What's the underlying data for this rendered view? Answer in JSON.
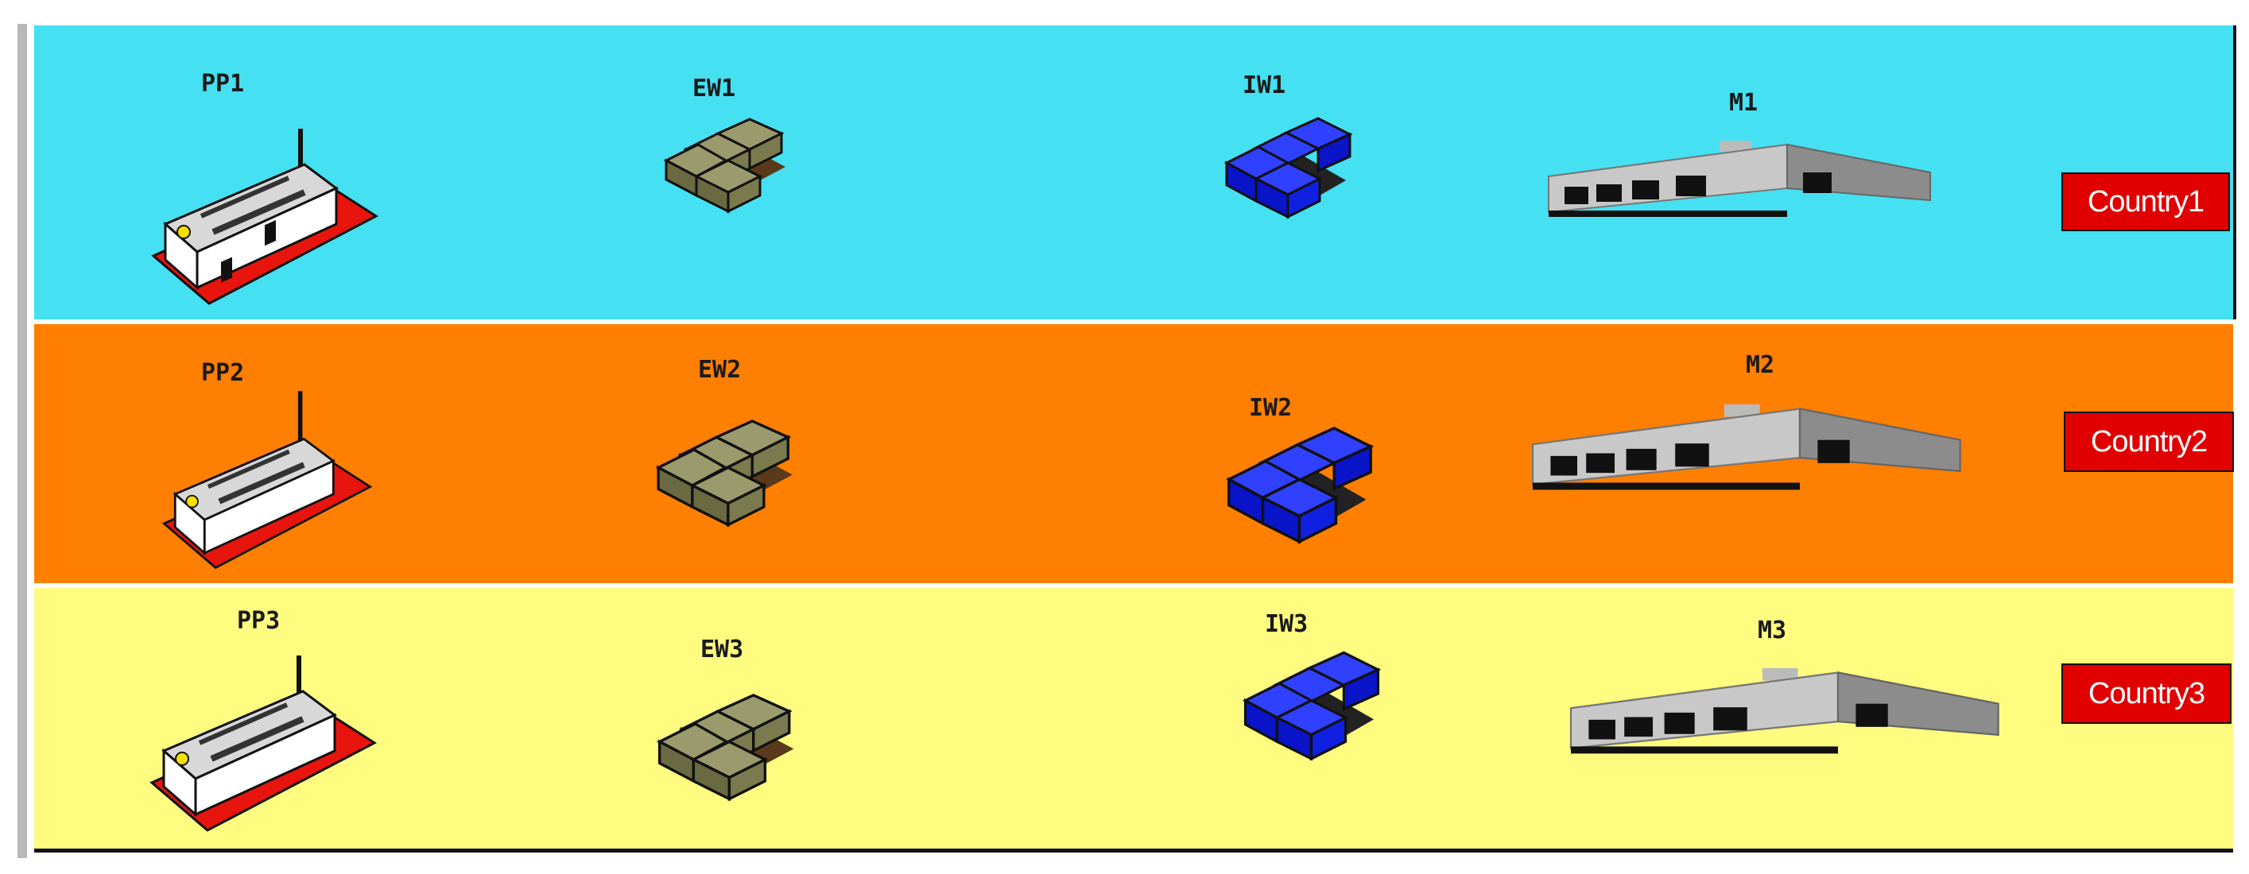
{
  "colors": {
    "row1": "#45e0f2",
    "row2": "#ff7f00",
    "row3": "#fffc7f",
    "country_badge": "#e00000",
    "export_warehouse": "#7a7a4e",
    "import_warehouse": "#0a14d8",
    "plant_base": "#e8140e"
  },
  "rows": [
    {
      "plant": "PP1",
      "export_wh": "EW1",
      "import_wh": "IW1",
      "market": "M1",
      "country": "Country1"
    },
    {
      "plant": "PP2",
      "export_wh": "EW2",
      "import_wh": "IW2",
      "market": "M2",
      "country": "Country2"
    },
    {
      "plant": "PP3",
      "export_wh": "EW3",
      "import_wh": "IW3",
      "market": "M3",
      "country": "Country3"
    }
  ],
  "icons": {
    "plant": "production-plant-icon",
    "export_wh": "pallet-boxes-icon",
    "import_wh": "blue-boxes-icon",
    "market": "warehouse-building-icon"
  }
}
